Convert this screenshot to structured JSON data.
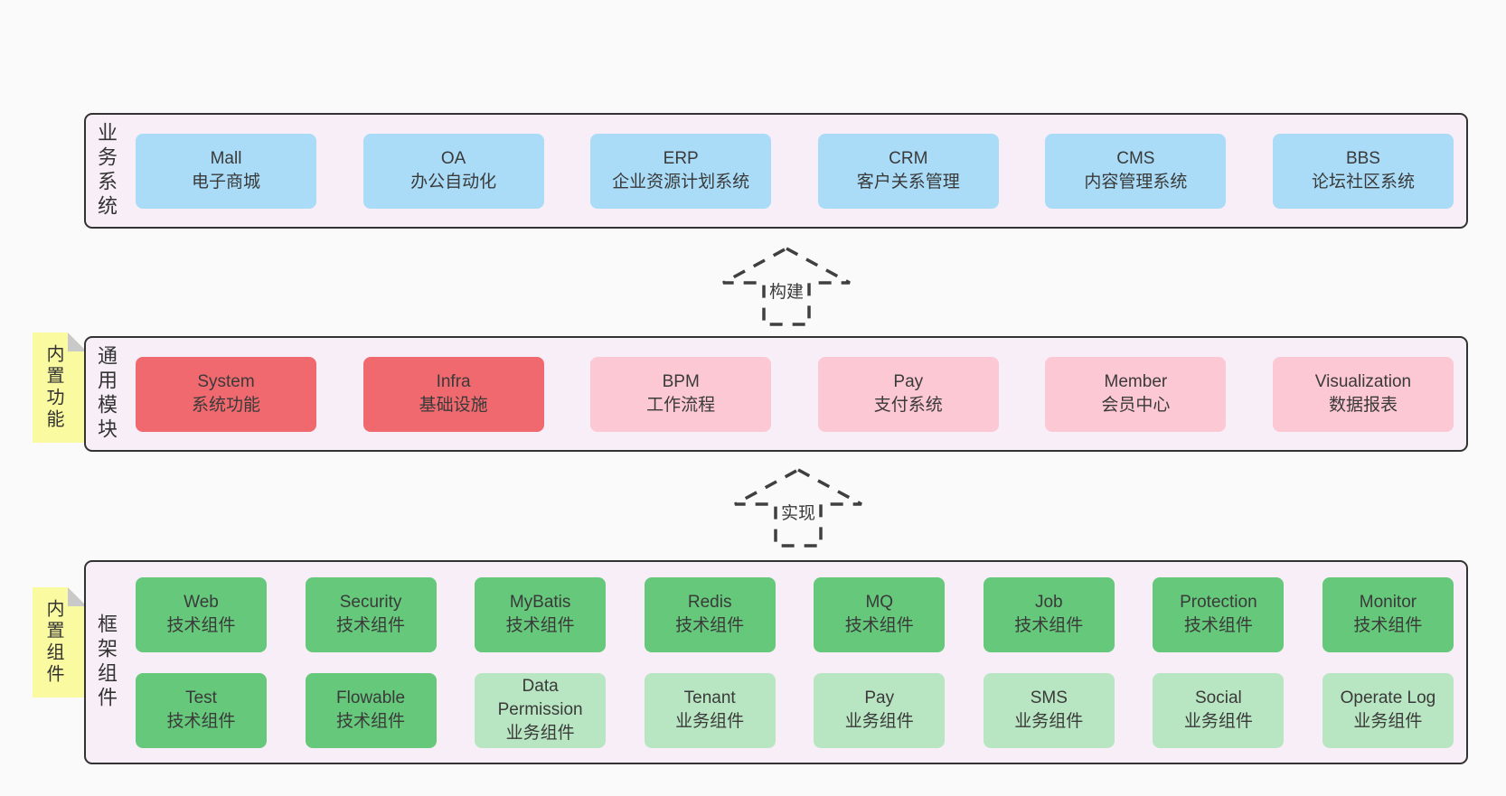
{
  "colors": {
    "page_bg": "#fafafa",
    "container_bg": "#f8eef7",
    "container_border": "#333333",
    "blue_box": "#aadcf7",
    "red_box": "#f0696e",
    "pink_box": "#fcc8d3",
    "green_box": "#65c87a",
    "light_green_box": "#b9e6c2",
    "note_bg": "#fafaa0",
    "note_fold": "#c9c9c9",
    "text": "#3a3a3a"
  },
  "arrows": {
    "build": "构建",
    "implement": "实现"
  },
  "notes": {
    "modules": "内置功能",
    "framework": "内置组件"
  },
  "sections": {
    "business": {
      "label": "业务系统",
      "boxes": [
        {
          "name": "Mall",
          "desc": "电子商城",
          "variant": "blue"
        },
        {
          "name": "OA",
          "desc": "办公自动化",
          "variant": "blue"
        },
        {
          "name": "ERP",
          "desc": "企业资源计划系统",
          "variant": "blue"
        },
        {
          "name": "CRM",
          "desc": "客户关系管理",
          "variant": "blue"
        },
        {
          "name": "CMS",
          "desc": "内容管理系统",
          "variant": "blue"
        },
        {
          "name": "BBS",
          "desc": "论坛社区系统",
          "variant": "blue"
        }
      ]
    },
    "modules": {
      "label": "通用模块",
      "boxes": [
        {
          "name": "System",
          "desc": "系统功能",
          "variant": "red"
        },
        {
          "name": "Infra",
          "desc": "基础设施",
          "variant": "red"
        },
        {
          "name": "BPM",
          "desc": "工作流程",
          "variant": "pink"
        },
        {
          "name": "Pay",
          "desc": "支付系统",
          "variant": "pink"
        },
        {
          "name": "Member",
          "desc": "会员中心",
          "variant": "pink"
        },
        {
          "name": "Visualization",
          "desc": "数据报表",
          "variant": "pink"
        }
      ]
    },
    "framework": {
      "label": "框架组件",
      "rows": [
        [
          {
            "name": "Web",
            "desc": "技术组件",
            "variant": "green"
          },
          {
            "name": "Security",
            "desc": "技术组件",
            "variant": "green"
          },
          {
            "name": "MyBatis",
            "desc": "技术组件",
            "variant": "green"
          },
          {
            "name": "Redis",
            "desc": "技术组件",
            "variant": "green"
          },
          {
            "name": "MQ",
            "desc": "技术组件",
            "variant": "green"
          },
          {
            "name": "Job",
            "desc": "技术组件",
            "variant": "green"
          },
          {
            "name": "Protection",
            "desc": "技术组件",
            "variant": "green"
          },
          {
            "name": "Monitor",
            "desc": "技术组件",
            "variant": "green"
          }
        ],
        [
          {
            "name": "Test",
            "desc": "技术组件",
            "variant": "green"
          },
          {
            "name": "Flowable",
            "desc": "技术组件",
            "variant": "green"
          },
          {
            "name": "Data Permission",
            "desc": "业务组件",
            "variant": "light-green"
          },
          {
            "name": "Tenant",
            "desc": "业务组件",
            "variant": "light-green"
          },
          {
            "name": "Pay",
            "desc": "业务组件",
            "variant": "light-green"
          },
          {
            "name": "SMS",
            "desc": "业务组件",
            "variant": "light-green"
          },
          {
            "name": "Social",
            "desc": "业务组件",
            "variant": "light-green"
          },
          {
            "name": "Operate Log",
            "desc": "业务组件",
            "variant": "light-green"
          }
        ]
      ]
    }
  }
}
